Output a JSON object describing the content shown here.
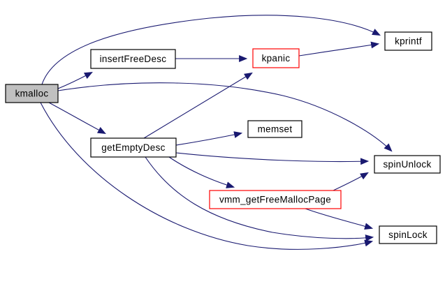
{
  "graph": {
    "background": "#ffffff",
    "edge_color": "#191970",
    "nodes": [
      {
        "id": "kmalloc",
        "label": "kmalloc",
        "fill": "#c0c0c0",
        "stroke": "#000000"
      },
      {
        "id": "insertFreeDesc",
        "label": "insertFreeDesc",
        "fill": "#ffffff",
        "stroke": "#000000"
      },
      {
        "id": "kpanic",
        "label": "kpanic",
        "fill": "#ffffff",
        "stroke": "#ff0000"
      },
      {
        "id": "kprintf",
        "label": "kprintf",
        "fill": "#ffffff",
        "stroke": "#000000"
      },
      {
        "id": "getEmptyDesc",
        "label": "getEmptyDesc",
        "fill": "#ffffff",
        "stroke": "#000000"
      },
      {
        "id": "memset",
        "label": "memset",
        "fill": "#ffffff",
        "stroke": "#000000"
      },
      {
        "id": "spinUnlock",
        "label": "spinUnlock",
        "fill": "#ffffff",
        "stroke": "#000000"
      },
      {
        "id": "vmm_getFreeMallocPage",
        "label": "vmm_getFreeMallocPage",
        "fill": "#ffffff",
        "stroke": "#ff0000"
      },
      {
        "id": "spinLock",
        "label": "spinLock",
        "fill": "#ffffff",
        "stroke": "#000000"
      }
    ],
    "edges": [
      {
        "from": "kmalloc",
        "to": "insertFreeDesc"
      },
      {
        "from": "kmalloc",
        "to": "kprintf"
      },
      {
        "from": "kmalloc",
        "to": "spinUnlock"
      },
      {
        "from": "kmalloc",
        "to": "getEmptyDesc"
      },
      {
        "from": "kmalloc",
        "to": "spinLock"
      },
      {
        "from": "insertFreeDesc",
        "to": "kpanic"
      },
      {
        "from": "kpanic",
        "to": "kprintf"
      },
      {
        "from": "getEmptyDesc",
        "to": "kpanic"
      },
      {
        "from": "getEmptyDesc",
        "to": "memset"
      },
      {
        "from": "getEmptyDesc",
        "to": "spinUnlock"
      },
      {
        "from": "getEmptyDesc",
        "to": "vmm_getFreeMallocPage"
      },
      {
        "from": "getEmptyDesc",
        "to": "spinLock"
      },
      {
        "from": "vmm_getFreeMallocPage",
        "to": "spinUnlock"
      },
      {
        "from": "vmm_getFreeMallocPage",
        "to": "spinLock"
      }
    ]
  }
}
